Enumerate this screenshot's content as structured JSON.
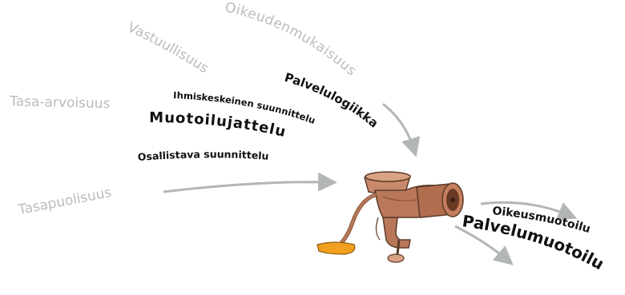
{
  "inputs_light": [
    "Oikeudenmukaisuus",
    "Vastuullisuus",
    "Tasa-arvoisuus",
    "Tasapuolisuus"
  ],
  "inputs_dark": [
    "Palvelulogiikka",
    "Ihmiskeskeinen suunnittelu",
    "Muotoilujattelu",
    "Osallistava suunnittelu"
  ],
  "outputs": [
    "Oikeusmuotoilu",
    "Palvelumuotoilu"
  ],
  "colors": {
    "light_text": "#b9bcbc",
    "dark_text": "#111111",
    "arrow": "#b3b6b6",
    "grinder_body": "#b9785a",
    "grinder_shadow": "#8a5238",
    "handle": "#f2a020"
  }
}
